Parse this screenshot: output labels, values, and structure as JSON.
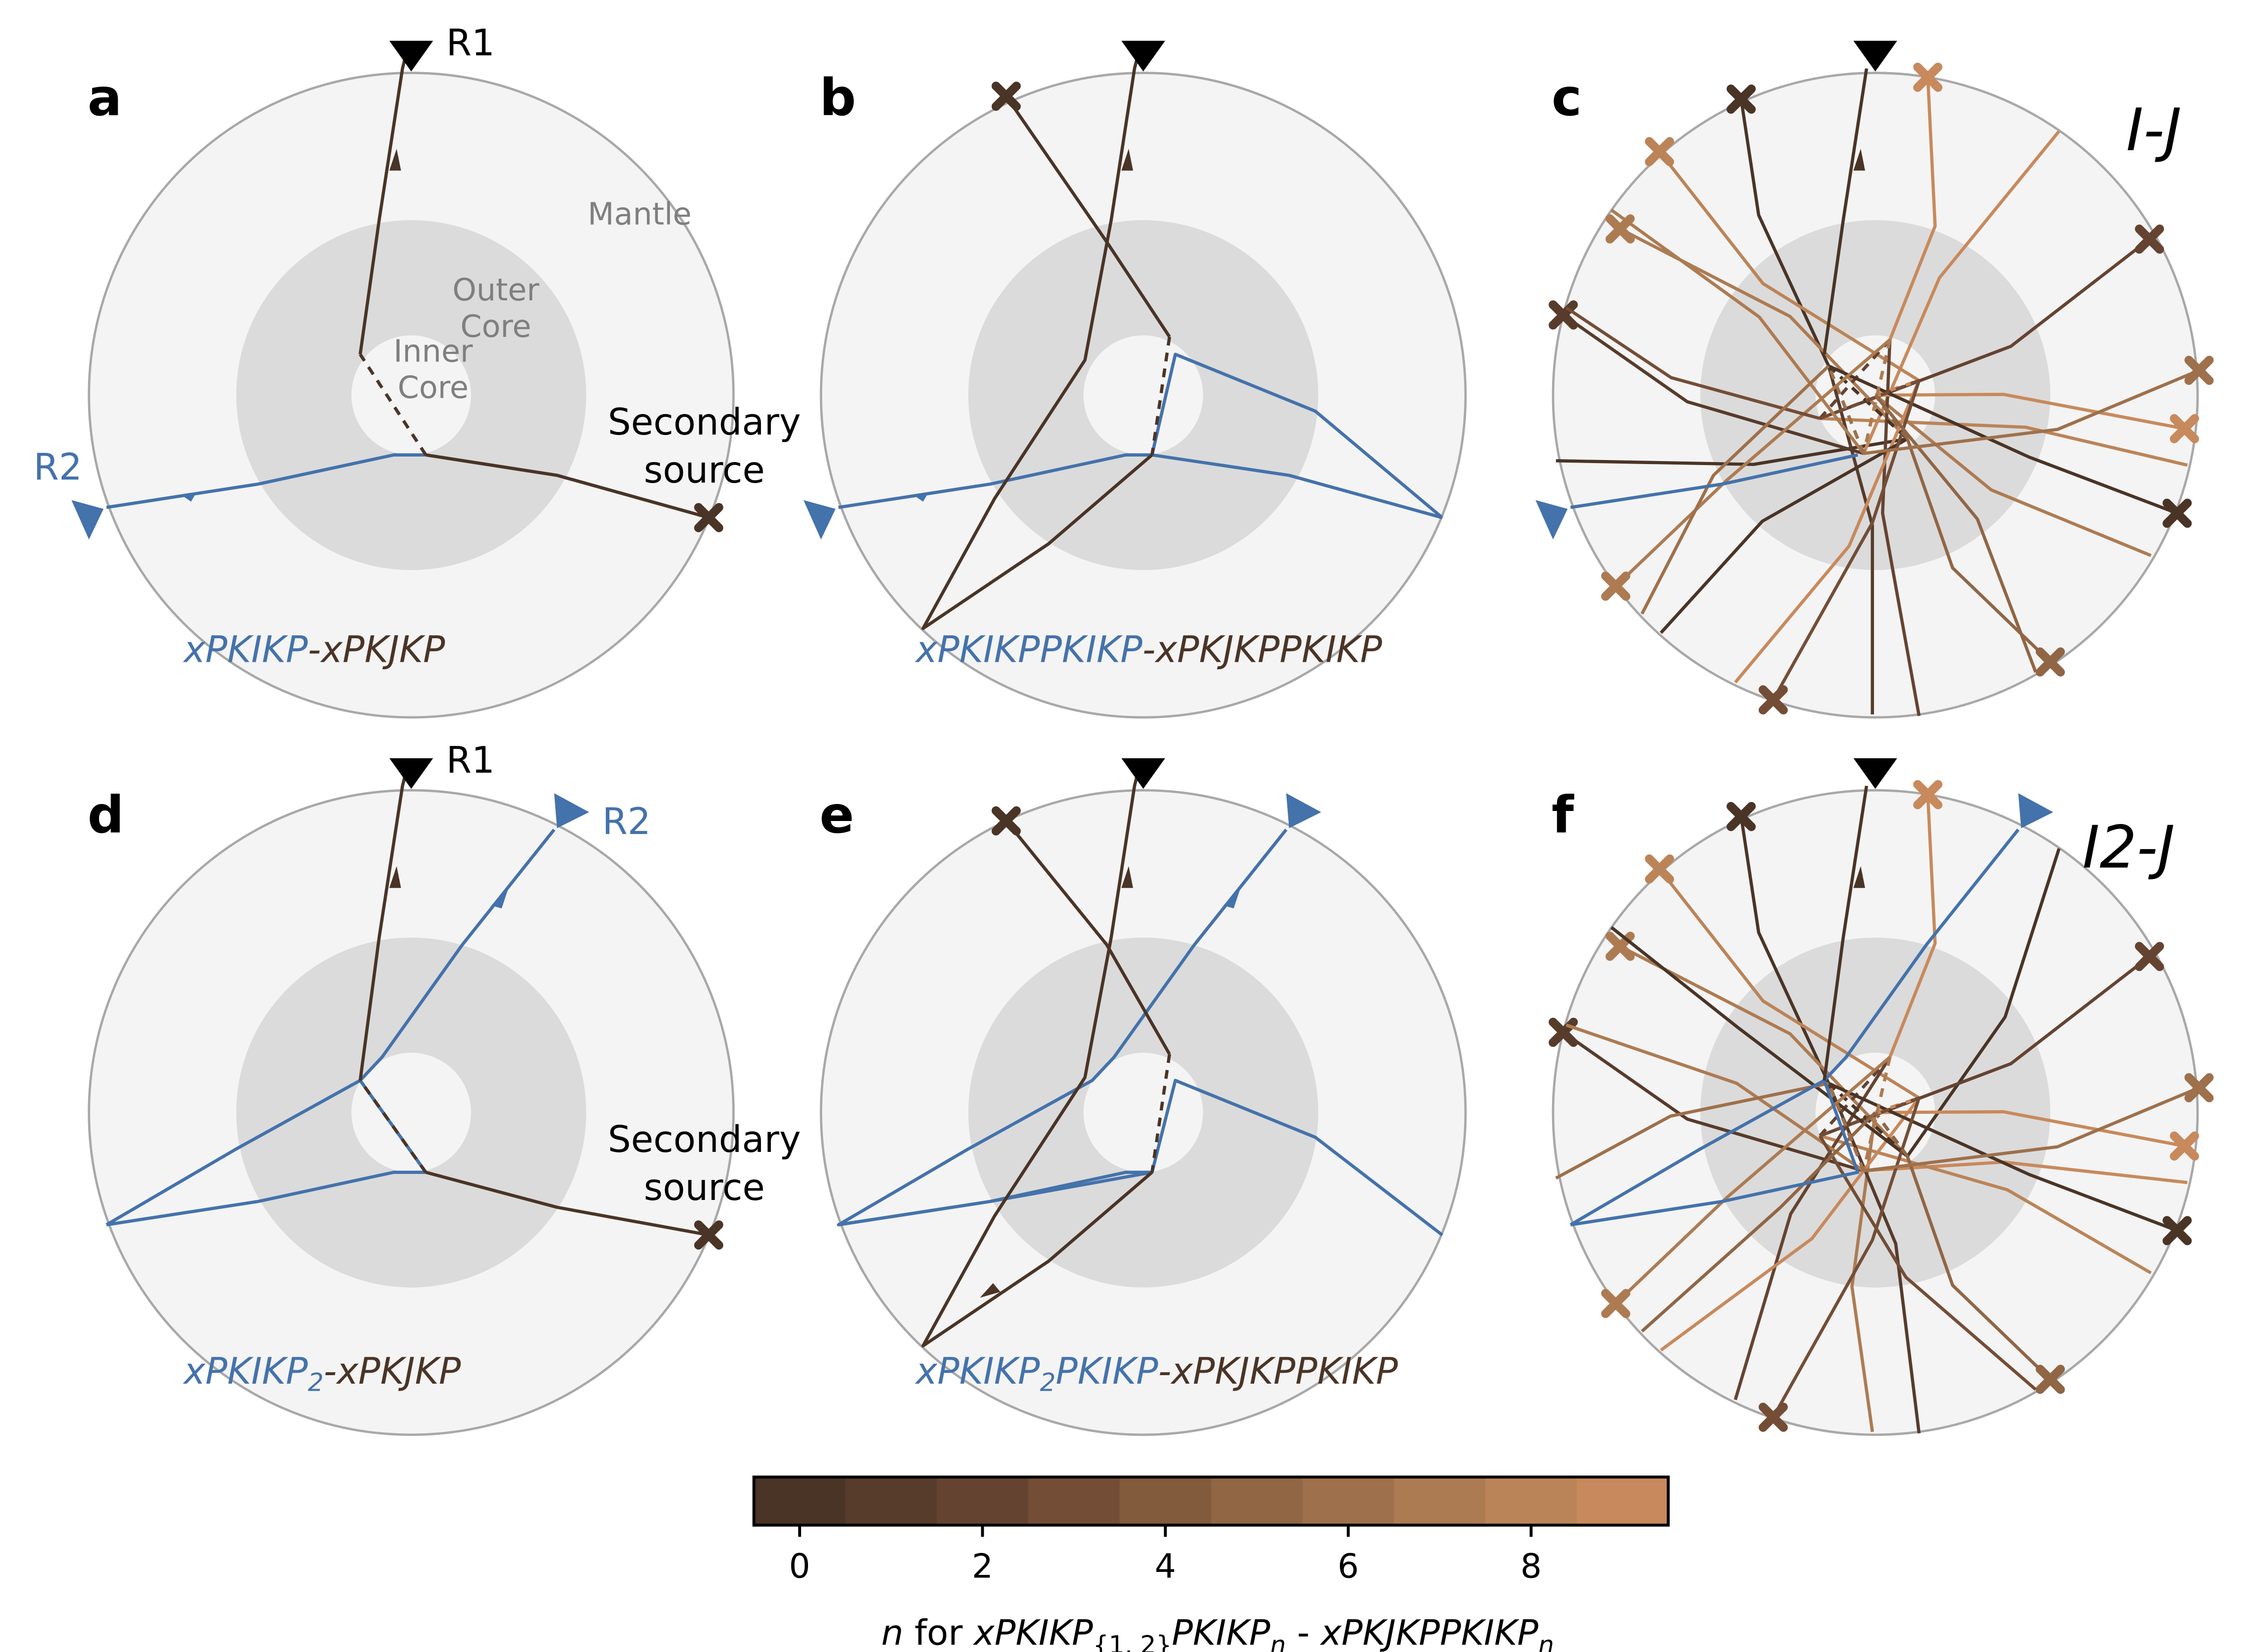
{
  "colors": {
    "mantle": "#f4f4f4",
    "outer_core": "#dbdbdb",
    "inner_core": "#f4f4f4",
    "rim": "#a8a8a8",
    "blue": "#4472ab",
    "dark": "#4a3426",
    "label_gray": "#7f7f7f"
  },
  "labels": {
    "r1": "R1",
    "r2": "R2",
    "mantle": "Mantle",
    "outer_core_1": "Outer",
    "outer_core_2": "Core",
    "inner_core_1": "Inner",
    "inner_core_2": "Core",
    "secondary_1": "Secondary",
    "secondary_2": "source"
  },
  "panels": [
    {
      "letter": "a",
      "phase_blue": "xPKIKP",
      "phase_blue_sub": "",
      "phase_blue_tail": "",
      "phase_dark": "-xPKJKP"
    },
    {
      "letter": "b",
      "phase_blue": "xPKIKPPKIKP",
      "phase_blue_sub": "",
      "phase_blue_tail": "",
      "phase_dark": "-xPKJKPPKIKP"
    },
    {
      "letter": "c",
      "title": "I-J"
    },
    {
      "letter": "d",
      "phase_blue": "xPKIKP",
      "phase_blue_sub": "2",
      "phase_blue_tail": "",
      "phase_dark": "-xPKJKP"
    },
    {
      "letter": "e",
      "phase_blue": "xPKIKP",
      "phase_blue_sub": "2",
      "phase_blue_tail": "PKIKP",
      "phase_dark": "-xPKJKPPKIKP"
    },
    {
      "letter": "f",
      "title": "I2-J"
    }
  ],
  "colorbar": {
    "colors": [
      "#4a3426",
      "#573b2b",
      "#654331",
      "#744d36",
      "#825a3c",
      "#906645",
      "#9e704b",
      "#ad7b52",
      "#bb8458",
      "#c8895c"
    ],
    "ticks": [
      "0",
      "2",
      "4",
      "6",
      "8"
    ],
    "tick_values": [
      0,
      2,
      4,
      6,
      8
    ],
    "min": -0.5,
    "max": 9.5,
    "label_n": "n",
    "label_for": " for ",
    "label_blue": "xPKIKP",
    "label_blue_sub": "{1, 2}",
    "label_blue_tail": "PKIKP",
    "label_n_sub": "n",
    "label_dash": " - ",
    "label_dark": "xPKJKPPKIKP",
    "label_dark_sub": "n"
  }
}
